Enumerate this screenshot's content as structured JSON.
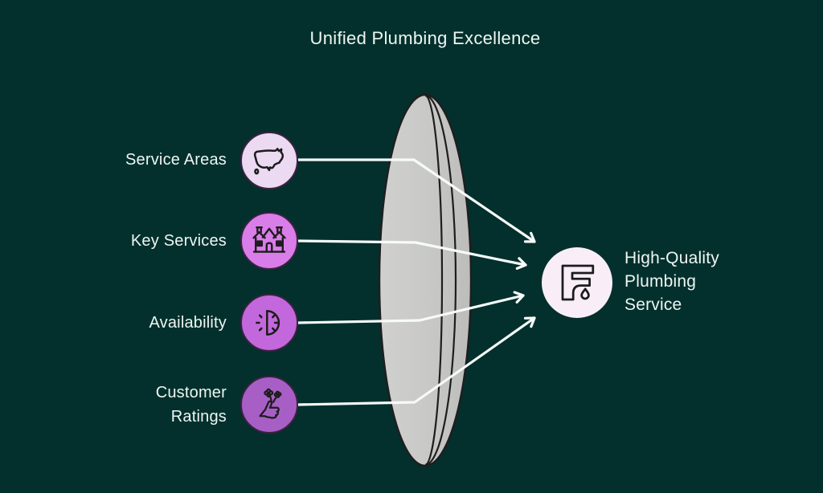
{
  "title": "Unified Plumbing Excellence",
  "theme": {
    "background": "#03302c",
    "text": "#edf6f4",
    "connector": "#f6fbfa",
    "lens_fill": "#c8c8c7",
    "lens_outline": "#1e1e1e",
    "icon_stroke": "#1c1c1c",
    "circle_border": "#3c2142"
  },
  "inputs": [
    {
      "label": "Service Areas",
      "icon": "usa-map-icon",
      "circle_color": "#ecd9f2"
    },
    {
      "label": "Key Services",
      "icon": "house-icon",
      "circle_color": "#d97de9"
    },
    {
      "label": "Availability",
      "icon": "half-clock-icon",
      "circle_color": "#c268dc"
    },
    {
      "label": "Customer Ratings",
      "icon": "thumbs-up-flowers-icon",
      "circle_color": "#a75fc5"
    }
  ],
  "output": {
    "label": "High-Quality Plumbing Service",
    "icon": "faucet-icon",
    "circle_color": "#f9eef8"
  }
}
